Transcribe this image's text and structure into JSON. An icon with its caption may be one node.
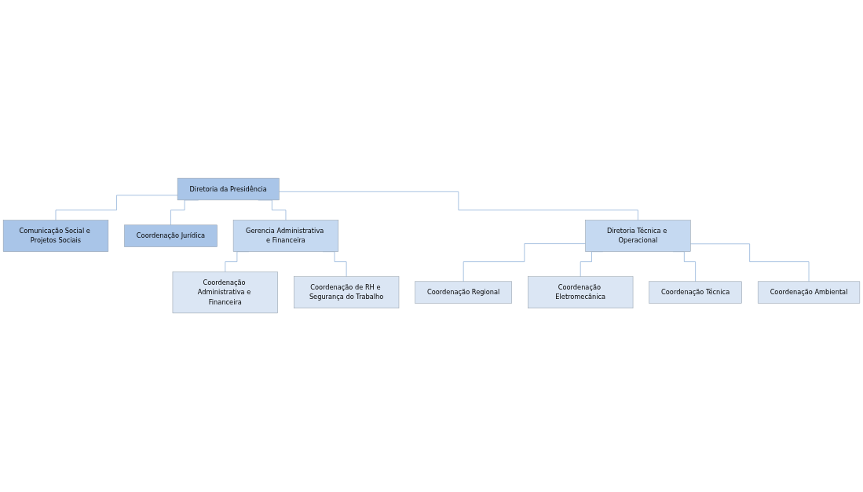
{
  "diagram": {
    "nodes": [
      {
        "text": [
          "Diretoria da Presidência"
        ]
      },
      {
        "text": [
          "Comunicação Social e Projetos Sociais"
        ]
      },
      {
        "text": [
          "Coordenação Jurídica"
        ]
      },
      {
        "text": [
          "Gerencia Administrativa e Financeira"
        ]
      },
      {
        "text": [
          "Diretoria Técnica e Operacional"
        ]
      },
      {
        "text": [
          "Coordenação Administrativa e Financeira"
        ]
      },
      {
        "text": [
          "Coordenação de RH e Segurança do Trabalho"
        ]
      },
      {
        "text": [
          "Coordenação Regional"
        ]
      },
      {
        "text": [
          "Coordenação Eletromecânica"
        ]
      },
      {
        "text": [
          "Coordenação Técnica"
        ]
      },
      {
        "text": [
          "Coordenação Ambiental"
        ]
      }
    ],
    "edges": [
      {
        "from": 0,
        "to": 1,
        "arrow": "none"
      },
      {
        "from": 0,
        "to": 2,
        "arrow": "none"
      },
      {
        "from": 0,
        "to": 3,
        "arrow": "none"
      },
      {
        "from": 0,
        "to": 4,
        "arrow": "none"
      },
      {
        "from": 3,
        "to": 5,
        "arrow": "none"
      },
      {
        "from": 3,
        "to": 6,
        "arrow": "none"
      },
      {
        "from": 4,
        "to": 7,
        "arrow": "none"
      },
      {
        "from": 4,
        "to": 8,
        "arrow": "none"
      },
      {
        "from": 4,
        "to": 9,
        "arrow": "none"
      },
      {
        "from": 4,
        "to": 10,
        "arrow": "none"
      }
    ]
  }
}
